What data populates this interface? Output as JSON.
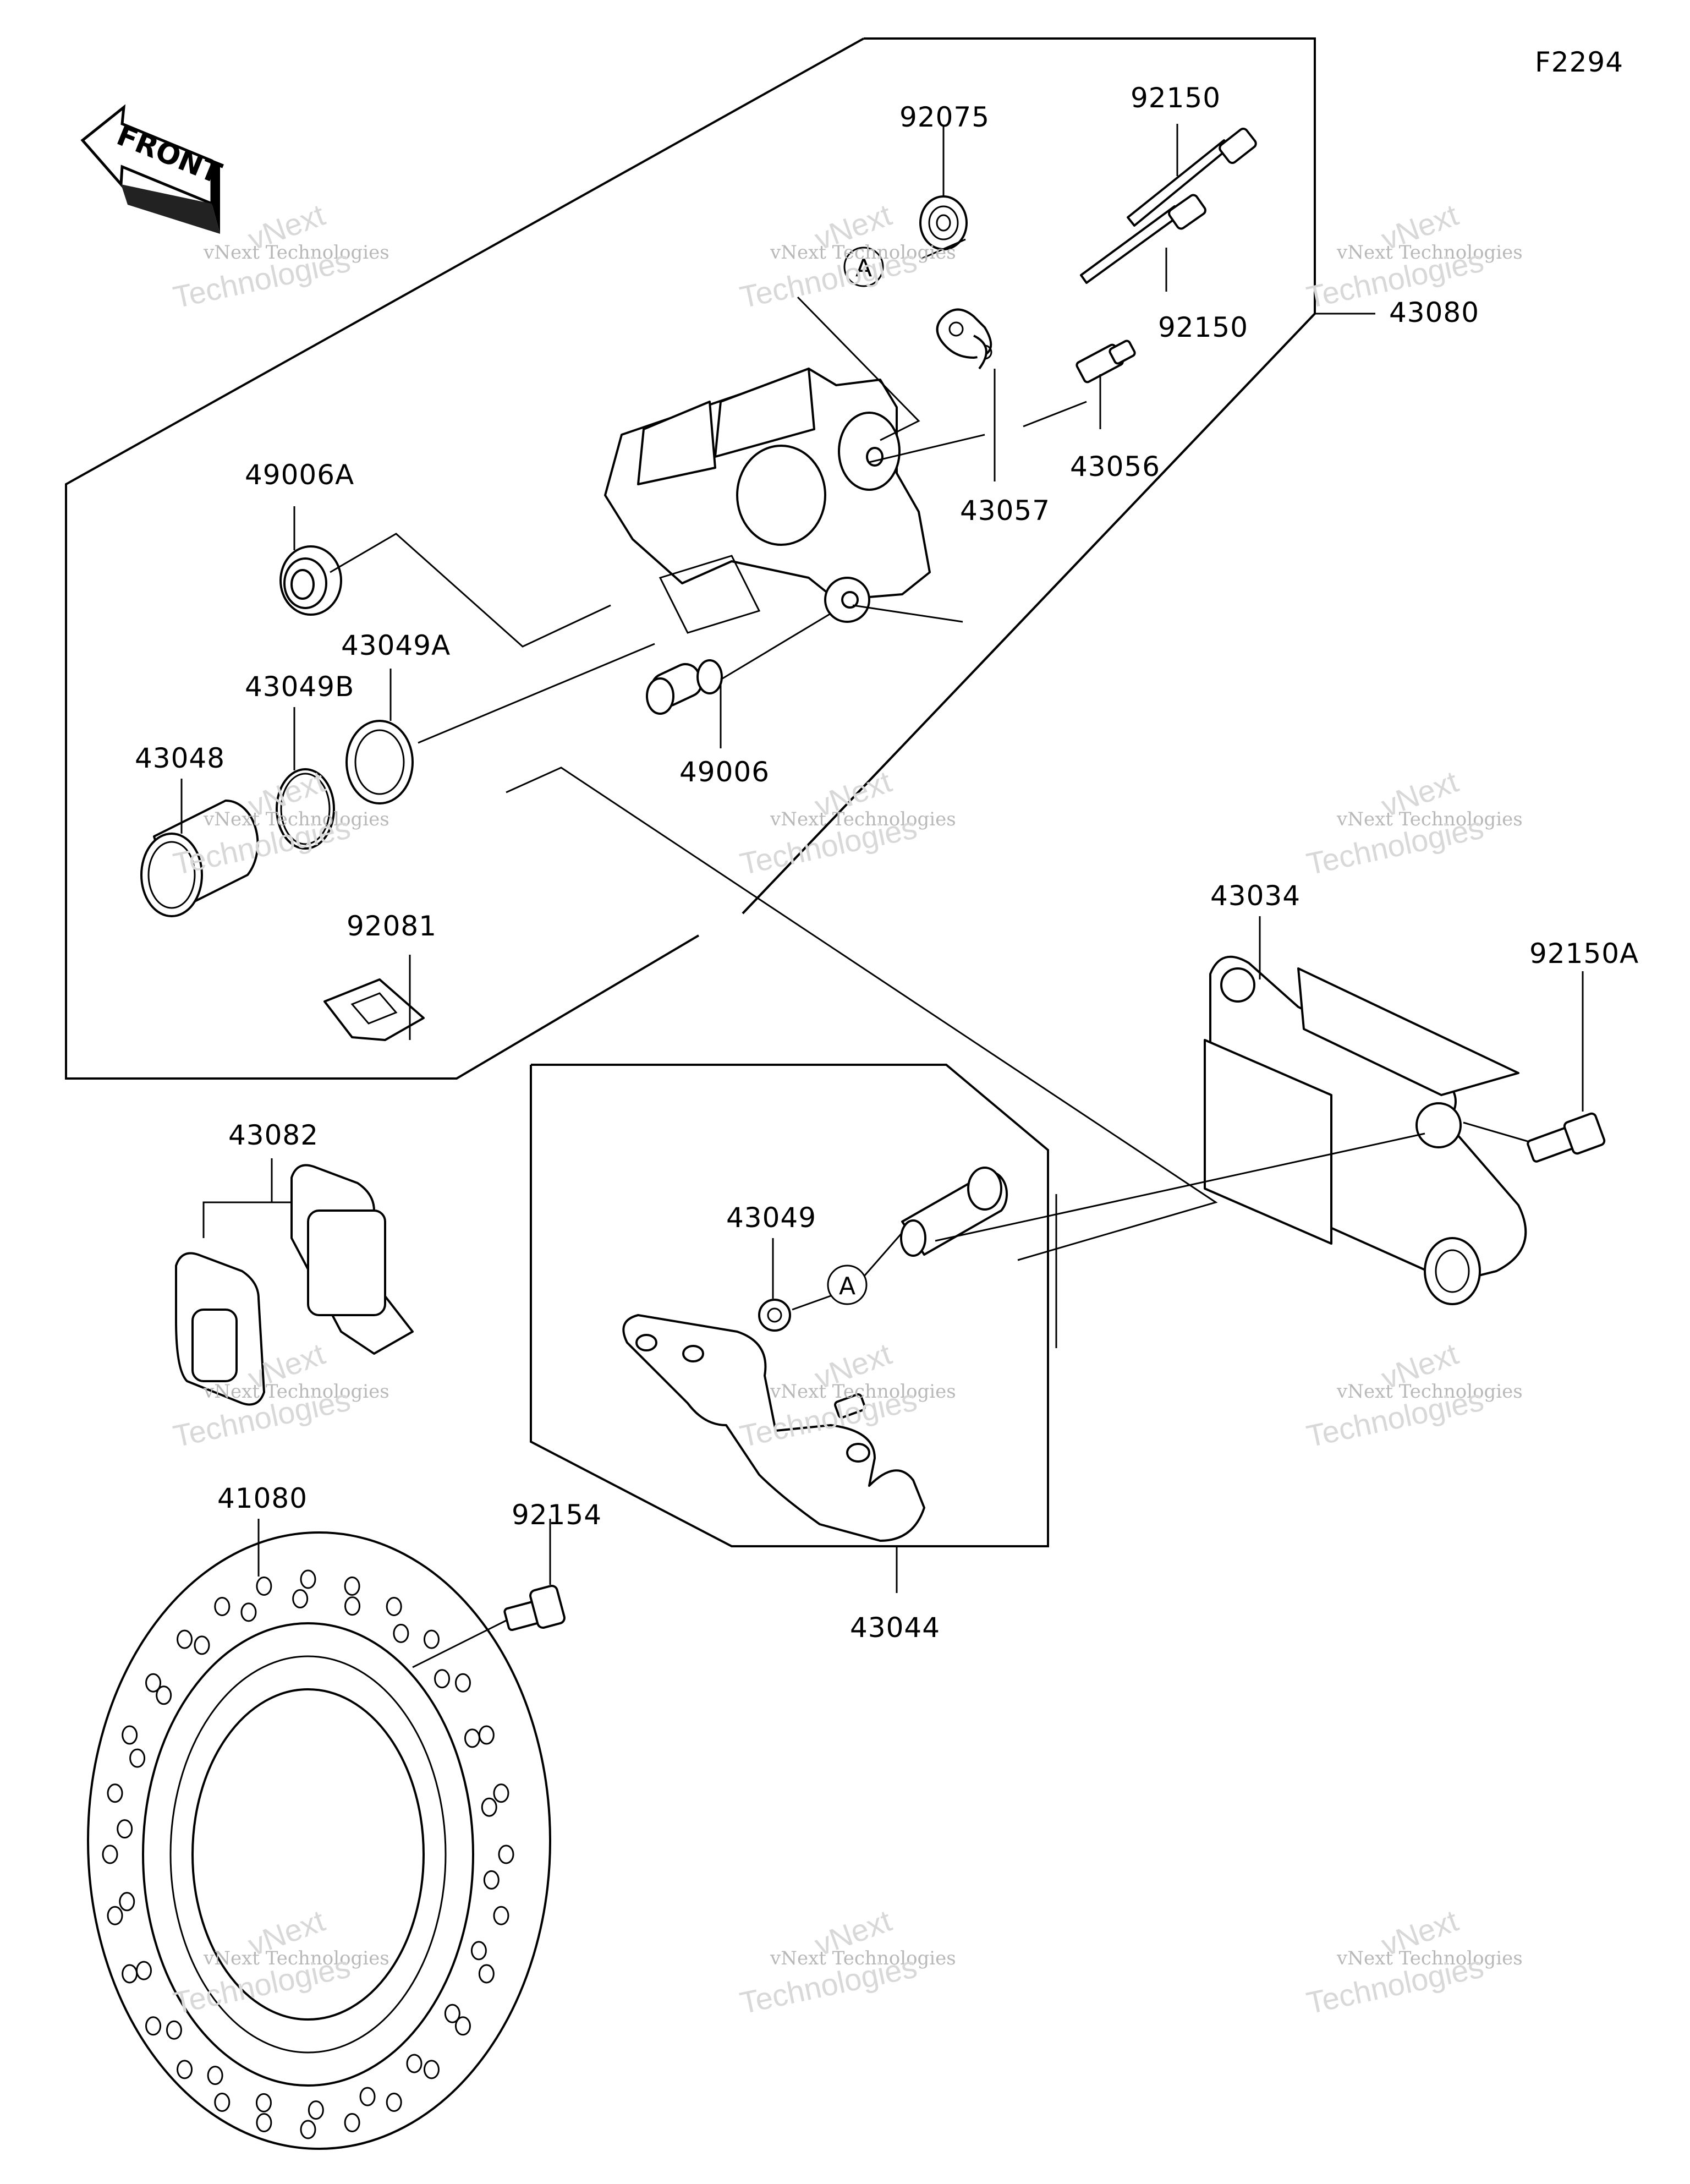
{
  "figure_code": "F2294",
  "front_label": "FRONT",
  "ref_marker": "A",
  "parts": [
    {
      "id": "p-92075",
      "number": "92075"
    },
    {
      "id": "p-92150-top",
      "number": "92150"
    },
    {
      "id": "p-92150-bottom",
      "number": "92150"
    },
    {
      "id": "p-43080",
      "number": "43080"
    },
    {
      "id": "p-43056",
      "number": "43056"
    },
    {
      "id": "p-43057",
      "number": "43057"
    },
    {
      "id": "p-49006A",
      "number": "49006A"
    },
    {
      "id": "p-43049A",
      "number": "43049A"
    },
    {
      "id": "p-43049B",
      "number": "43049B"
    },
    {
      "id": "p-43048",
      "number": "43048"
    },
    {
      "id": "p-49006",
      "number": "49006"
    },
    {
      "id": "p-92081",
      "number": "92081"
    },
    {
      "id": "p-43034",
      "number": "43034"
    },
    {
      "id": "p-92150A",
      "number": "92150A"
    },
    {
      "id": "p-43082",
      "number": "43082"
    },
    {
      "id": "p-43049",
      "number": "43049"
    },
    {
      "id": "p-41080",
      "number": "41080"
    },
    {
      "id": "p-92154",
      "number": "92154"
    },
    {
      "id": "p-43044",
      "number": "43044"
    }
  ],
  "watermark": {
    "line1": "vNext",
    "line2": "vNext Technologies",
    "line3": "Technologies"
  },
  "colors": {
    "line": "#000000",
    "background": "#ffffff",
    "watermark": "#b8b8b8"
  }
}
